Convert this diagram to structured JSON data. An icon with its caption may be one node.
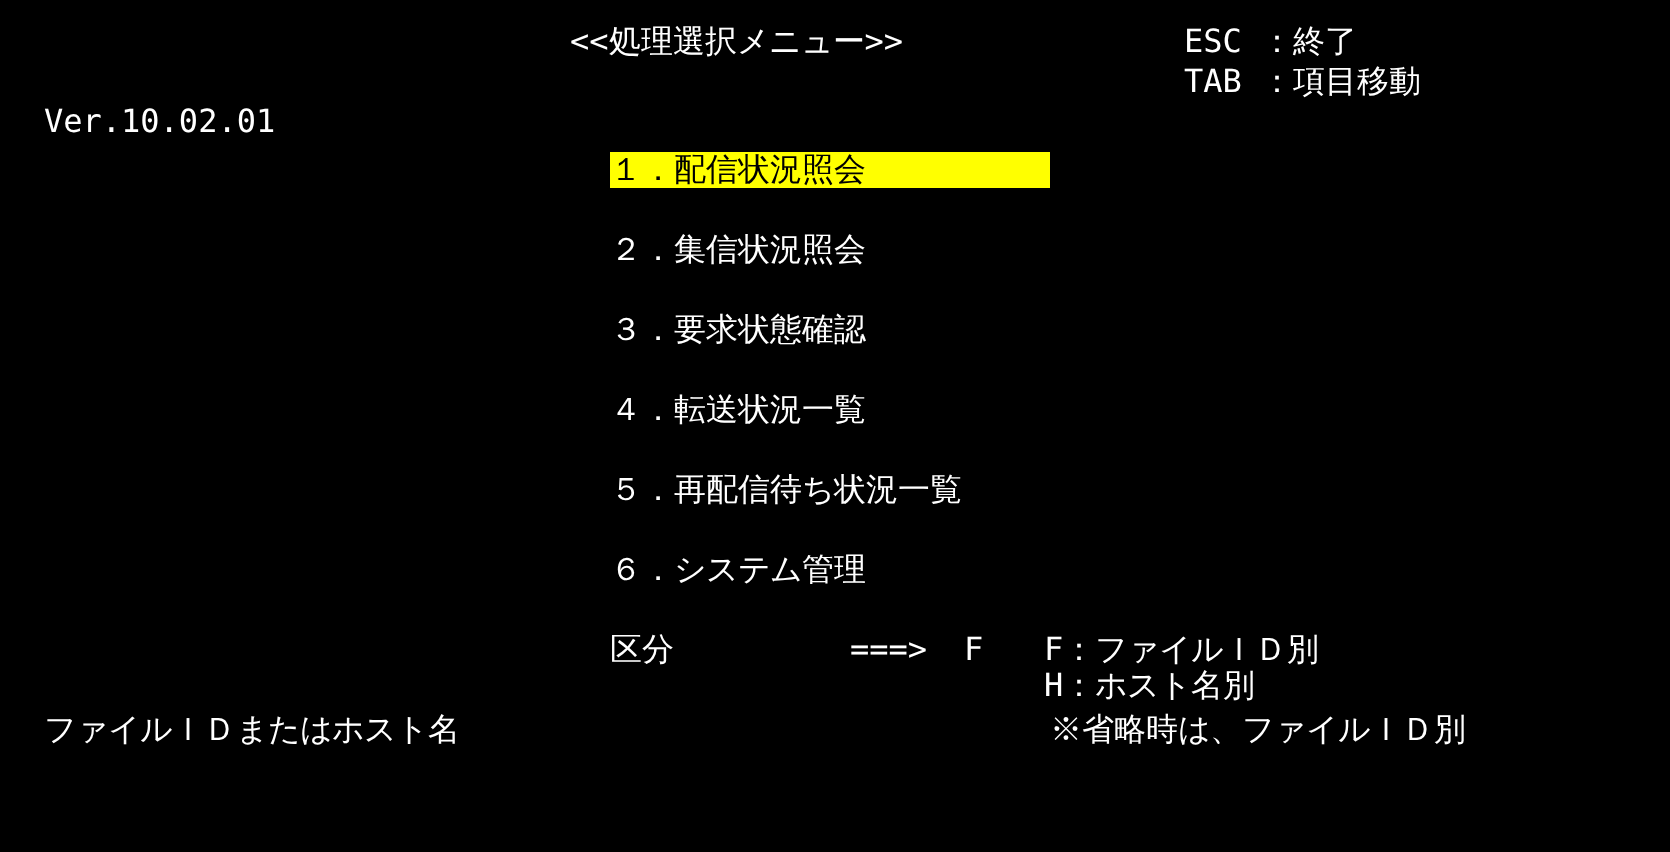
{
  "diagram": {
    "title": "<<処理選択メニュー>>",
    "labels": [
      "ESC ：終了",
      "TAB ：項目移動",
      "Ver.10.02.01",
      "１．配信状況照会",
      "２．集信状況照会",
      "３．要求状態確認",
      "４．転送状況一覧",
      "５．再配信待ち状況一覧",
      "６．システム管理",
      "区分",
      "===>",
      "F",
      "F：ファイルＩＤ別",
      "H：ホスト名別",
      "ファイルＩＤまたはホスト名",
      "※省略時は、ファイルＩＤ別"
    ]
  }
}
